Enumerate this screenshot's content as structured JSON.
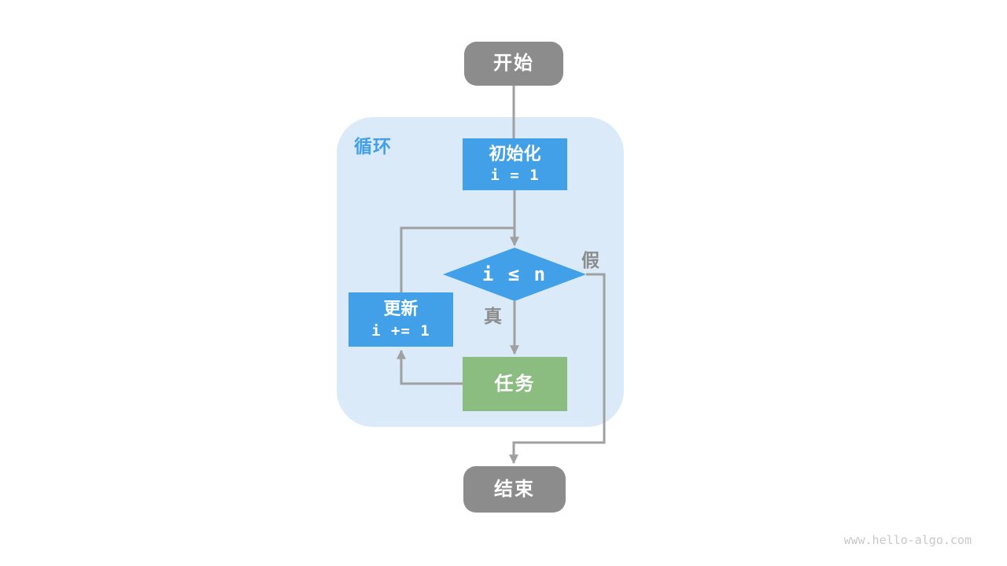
{
  "diagram": {
    "loop_container": {
      "label": "循环"
    },
    "nodes": {
      "start": {
        "label": "开始",
        "type": "terminal"
      },
      "init": {
        "label": "初始化",
        "code": "i = 1",
        "type": "process"
      },
      "condition": {
        "label": "i ≤ n",
        "type": "decision"
      },
      "update": {
        "label": "更新",
        "code": "i += 1",
        "type": "process"
      },
      "task": {
        "label": "任务",
        "type": "process"
      },
      "end": {
        "label": "结束",
        "type": "terminal"
      }
    },
    "edge_labels": {
      "true_branch": "真",
      "false_branch": "假"
    },
    "colors": {
      "process_blue": "#42a0e8",
      "task_green": "#8bbd80",
      "terminal_gray": "#8c8c8c",
      "loop_container_bg": "#daeaf8",
      "connector_gray": "#a0a0a0",
      "branch_label_gray": "#8c8c8c",
      "loop_label_blue": "#42a0e8",
      "watermark_gray": "#c8c8c8"
    }
  },
  "footer": {
    "watermark": "www.hello-algo.com"
  }
}
